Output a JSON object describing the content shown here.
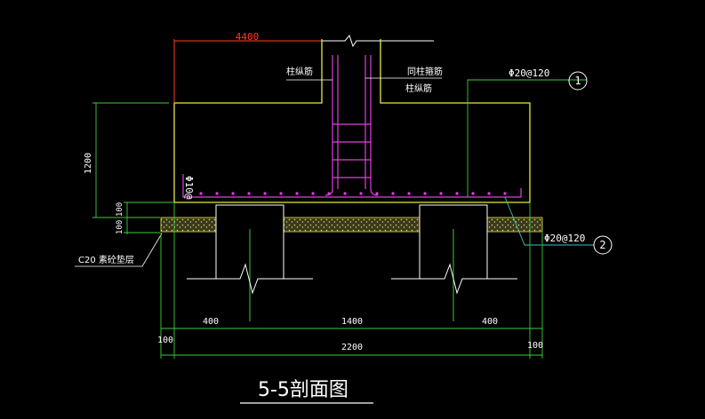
{
  "viewer": {
    "background": "#000000"
  },
  "colors": {
    "concrete": "#e8e84a",
    "rebar": "#e040e0",
    "dimension": "#38d038",
    "dimension_text": "#ffffff",
    "top_dim": "#ff3b1f",
    "label": "#ffffff",
    "bedding_fill": "#d8d890",
    "callout": "#ffffff",
    "leader": "#38d038",
    "leader_cyan": "#40c0c0"
  },
  "dimensions": {
    "top_width": "4400",
    "height": "1200",
    "bed_1": "100",
    "bed_2": "100",
    "left_seg": "400",
    "mid_seg": "1400",
    "right_seg": "400",
    "left_offset": "100",
    "total_width": "2200",
    "right_offset": "100"
  },
  "labels": {
    "col_rebar_left": "柱纵筋",
    "col_tie": "同柱箍筋",
    "col_rebar_right": "柱纵筋",
    "rebar_top": "Φ20@120",
    "rebar_bottom": "Φ20@120",
    "vertical_rebar": "Φ10@",
    "bedding": "C20 素砼垫层"
  },
  "callouts": {
    "c1": "1",
    "c2": "2"
  },
  "title": "5-5剖面图"
}
